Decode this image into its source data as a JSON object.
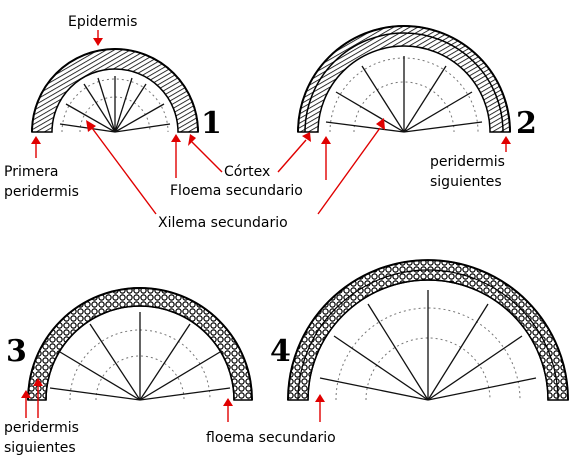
{
  "labels": {
    "epidermis": "Epidermis",
    "primera_peridermis": "Primera\nperidermis",
    "cortex": "Córtex",
    "floema_secundario": "Floema secundario",
    "xilema_secundario": "Xilema secundario",
    "peridermis_siguientes": "peridermis\nsiguientes",
    "floema_secundario_bottom": "floema secundario"
  },
  "stage_numbers": [
    "1",
    "2",
    "3",
    "4"
  ],
  "colors": {
    "arrow": "#e00000",
    "ink": "#000000",
    "background": "#ffffff"
  }
}
